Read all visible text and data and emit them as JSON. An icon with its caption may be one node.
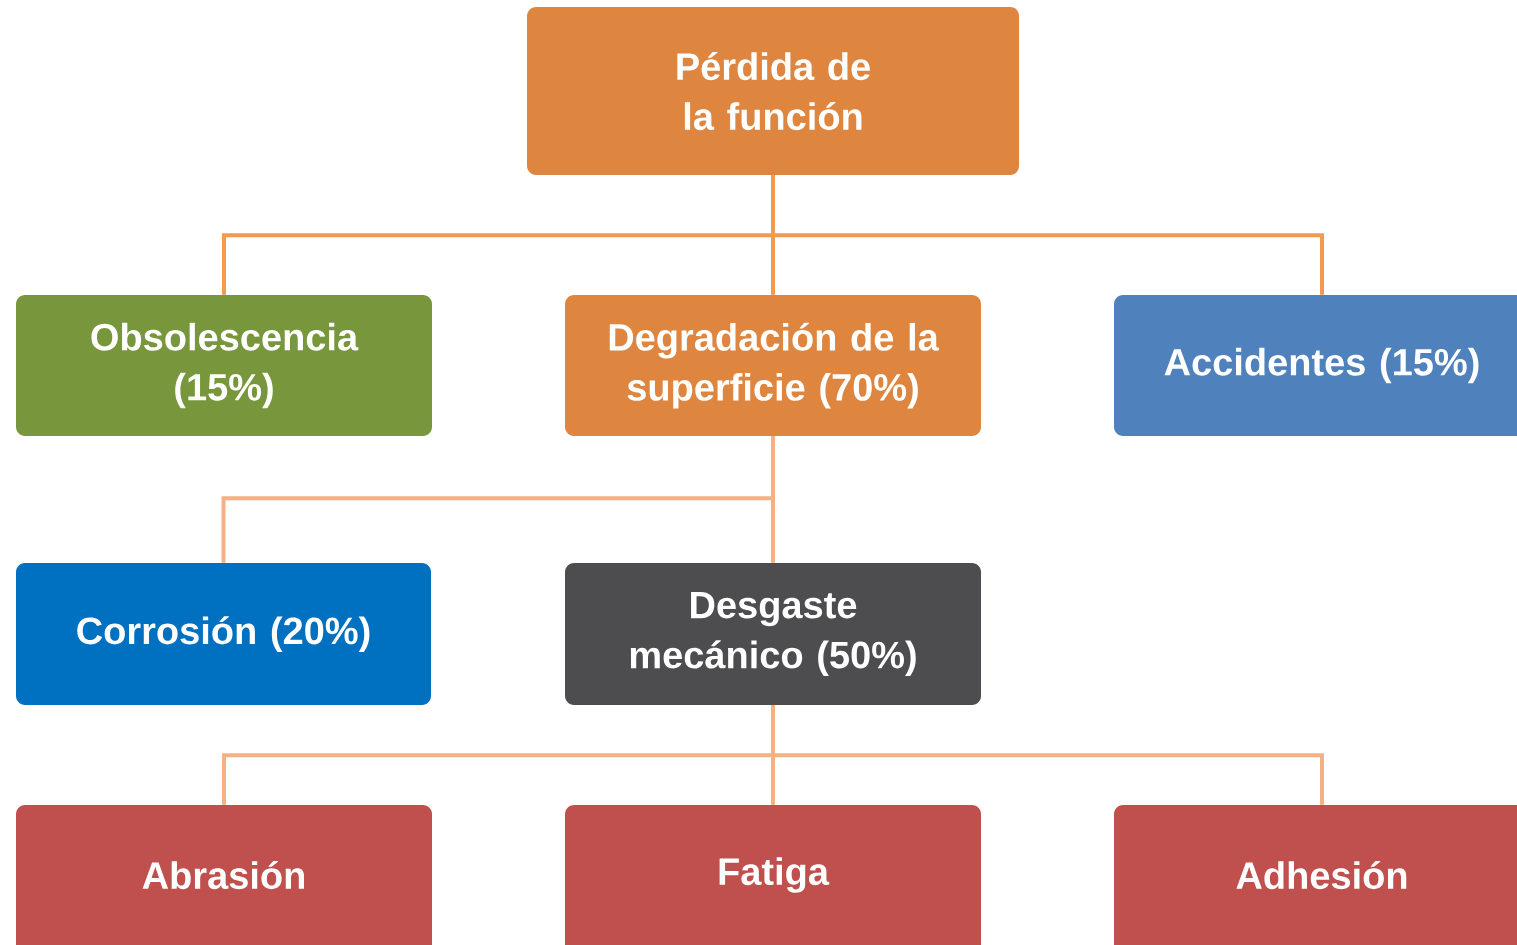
{
  "diagram": {
    "nodes": [
      {
        "text": [
          "Pérdida de la función"
        ]
      },
      {
        "text": [
          "Obsolescencia (15%)"
        ]
      },
      {
        "text": [
          "Degradación de la superficie (70%)"
        ]
      },
      {
        "text": [
          "Accidentes (15%)"
        ]
      },
      {
        "text": [
          "Corrosión (20%)"
        ]
      },
      {
        "text": [
          "Desgaste mecánico (50%)"
        ]
      },
      {
        "text": [
          "Abrasión"
        ]
      },
      {
        "text": [
          "Fatiga"
        ]
      },
      {
        "text": [
          "Adhesión"
        ]
      }
    ],
    "edges": [
      {
        "from": 0,
        "to": 1,
        "arrow": "none",
        "color": "#f39a4e"
      },
      {
        "from": 0,
        "to": 2,
        "arrow": "none",
        "color": "#f39a4e"
      },
      {
        "from": 0,
        "to": 3,
        "arrow": "none",
        "color": "#f39a4e"
      },
      {
        "from": 2,
        "to": 4,
        "arrow": "none"
      },
      {
        "from": 2,
        "to": 5,
        "arrow": "none"
      },
      {
        "from": 5,
        "to": 6,
        "arrow": "none"
      },
      {
        "from": 5,
        "to": 7,
        "arrow": "none"
      },
      {
        "from": 5,
        "to": 8,
        "arrow": "none"
      }
    ]
  }
}
